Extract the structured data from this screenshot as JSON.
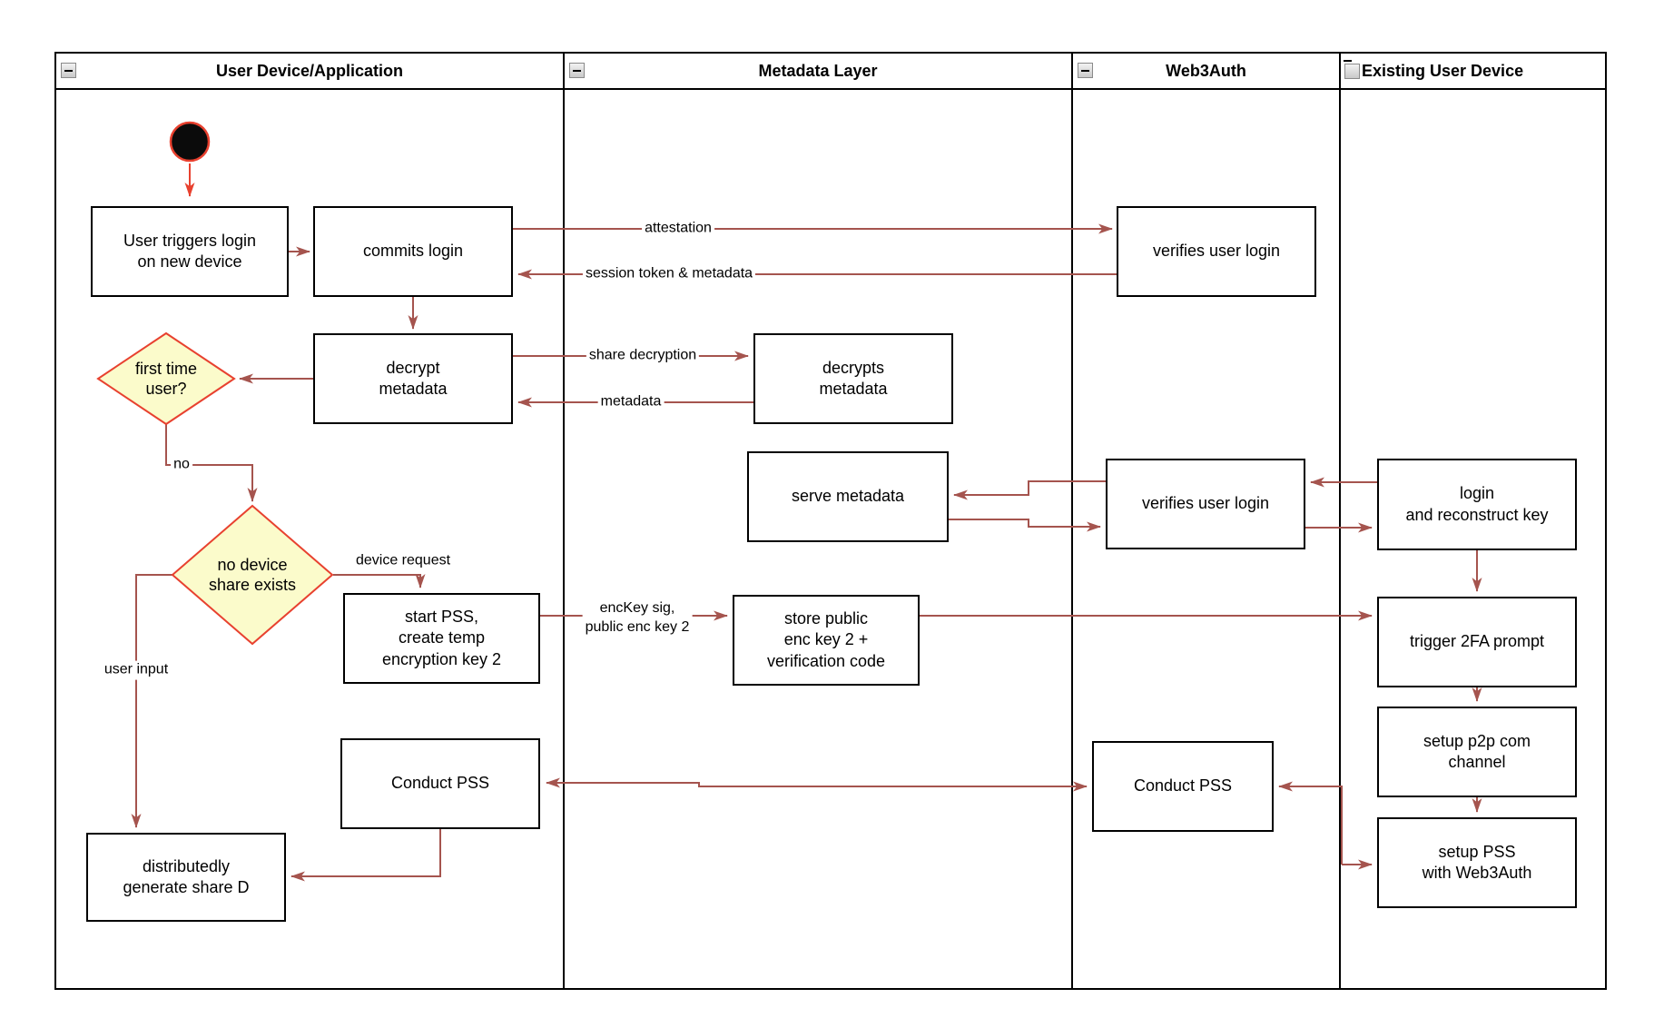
{
  "diagram": {
    "lanes": [
      {
        "title": "User Device/Application"
      },
      {
        "title": "Metadata Layer"
      },
      {
        "title": "Web3Auth"
      },
      {
        "title": "Existing User Device"
      }
    ],
    "nodes": {
      "user_triggers": "User triggers login\non new device",
      "commits_login": "commits login",
      "decrypt_metadata": "decrypt\nmetadata",
      "first_time_user": "first time\nuser?",
      "no_device_share": "no device\nshare exists",
      "start_pss": "start PSS,\ncreate temp\nencryption key 2",
      "conduct_pss_user": "Conduct PSS",
      "distributedly_generate": "distributedly\ngenerate share D",
      "decrypts_metadata": "decrypts\nmetadata",
      "serve_metadata": "serve metadata",
      "store_public": "store public\nenc key 2 +\nverification code",
      "verifies_user_login_top": "verifies user login",
      "verifies_user_login_mid": "verifies user login",
      "conduct_pss_web3auth": "Conduct PSS",
      "login_reconstruct": "login\nand reconstruct key",
      "trigger_2fa": "trigger 2FA prompt",
      "setup_p2p": "setup p2p com\nchannel",
      "setup_pss": "setup PSS\nwith Web3Auth"
    },
    "edge_labels": {
      "attestation": "attestation",
      "session_token": "session token & metadata",
      "share_decryption": "share decryption",
      "metadata": "metadata",
      "no": "no",
      "device_request": "device request",
      "enckey": "encKey sig,\npublic enc key 2",
      "user_input": "user input"
    },
    "colors": {
      "connector": "#A5544E",
      "accent_red": "#E8412F",
      "diamond_fill": "#FBFBCB",
      "node_border": "#000000"
    }
  }
}
